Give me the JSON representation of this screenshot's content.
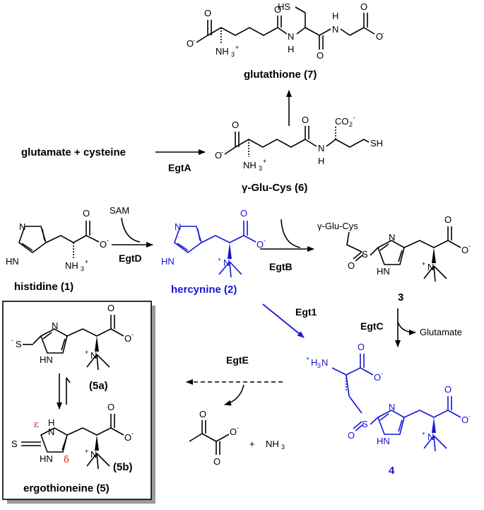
{
  "compounds": {
    "glutathione": "glutathione (7)",
    "gamma_glu_cys": "γ-Glu-Cys (6)",
    "histidine": "histidine (1)",
    "hercynine": "hercynine (2)",
    "compound3": "3",
    "compound4": "4",
    "compound5a": "(5a)",
    "compound5b": "(5b)",
    "ergothioneine": "ergothioneine (5)"
  },
  "reagents": {
    "glu_cys_input": "glutamate + cysteine",
    "sam": "SAM",
    "glutamate": "Glutamate",
    "ammonia": "NH",
    "plus": "+",
    "gamma_glu_cys_group": "γ-Glu-Cys"
  },
  "enzymes": {
    "egtA": "EgtA",
    "egtD": "EgtD",
    "egtB": "EgtB",
    "egt1": "Egt1",
    "egtC": "EgtC",
    "egtE": "EgtE"
  },
  "atoms": {
    "O": "O",
    "N": "N",
    "H": "H",
    "S": "S",
    "HS": "HS",
    "SH": "SH",
    "HN": "HN",
    "CO2": "CO",
    "H3N": "H",
    "NH3": "NH",
    "minus": "-",
    "plus_charge": "+",
    "sub2": "2",
    "sub3": "3"
  },
  "greek": {
    "epsilon": "ε",
    "delta": "δ"
  },
  "colors": {
    "highlight": "#1515d4",
    "greek": "#d11111",
    "box_shadow": "#9a9a9a"
  }
}
